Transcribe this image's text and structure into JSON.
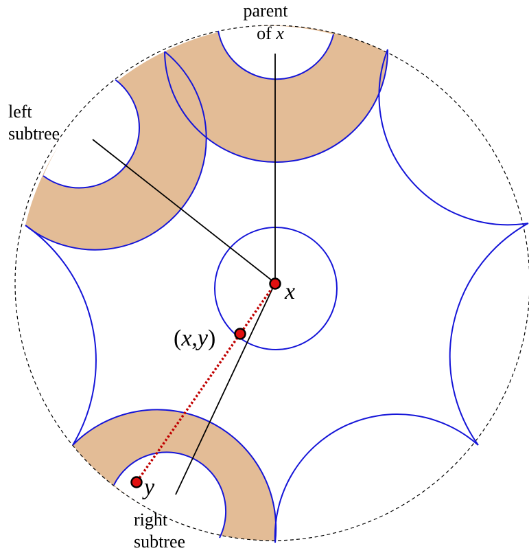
{
  "colors": {
    "band": "#e3bc96",
    "arc": "#1515d8",
    "boundary": "#000000",
    "node_fill": "#e01010",
    "dotted": "#c00000"
  },
  "labels": {
    "parent_line1": "parent",
    "parent_line2_prefix": "of ",
    "parent_line2_var": "x",
    "left_line1": "left",
    "left_line2": "subtree",
    "right_line1": "right",
    "right_line2": "subtree",
    "x_label": "x",
    "y_label": "y",
    "edge_open": "(",
    "edge_x": "x",
    "edge_comma": ",",
    "edge_y": "y",
    "edge_close": ")"
  }
}
